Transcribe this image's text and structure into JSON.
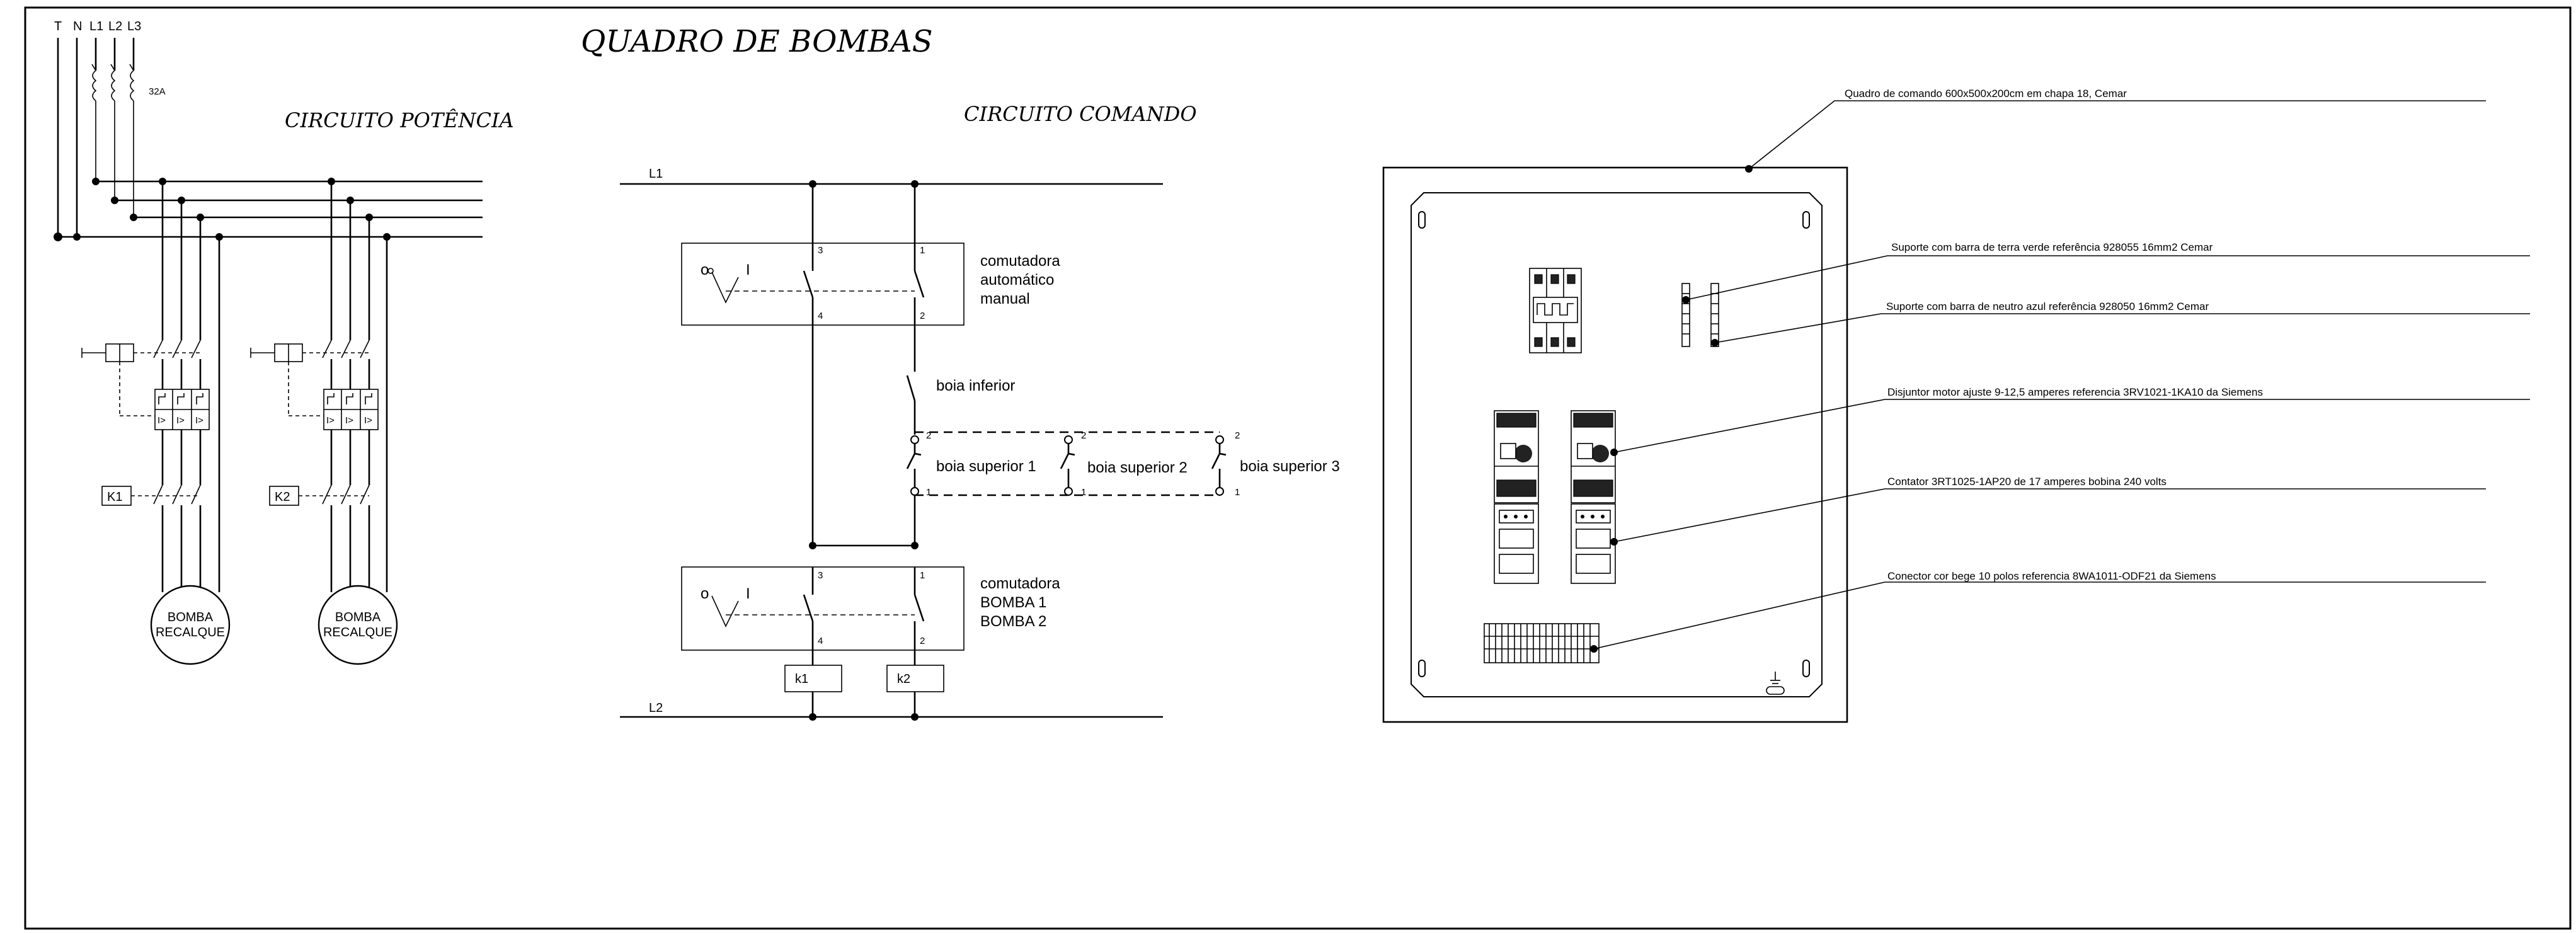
{
  "title": "QUADRO  DE  BOMBAS",
  "power_circuit": {
    "heading": "CIRCUITO  POTÊNCIA",
    "phases": [
      "T",
      "N",
      "L1",
      "L2",
      "L3"
    ],
    "fuse_rating": "32A",
    "contactors": [
      "K1",
      "K2"
    ],
    "overload_marks": [
      "I>",
      "I>",
      "I>"
    ],
    "motors": [
      {
        "line1": "BOMBA",
        "line2": "RECALQUE"
      },
      {
        "line1": "BOMBA",
        "line2": "RECALQUE"
      }
    ]
  },
  "control_circuit": {
    "heading": "CIRCUITO  COMANDO",
    "line_top": "L1",
    "line_bottom": "L2",
    "selector1": {
      "lines": [
        "comutadora",
        "automático",
        "manual"
      ],
      "pos_off": "o",
      "pos_on": "I",
      "contacts": [
        "3",
        "1",
        "4",
        "2"
      ]
    },
    "selector2": {
      "lines": [
        "comutadora",
        "BOMBA 1",
        "BOMBA 2"
      ],
      "pos_off": "o",
      "pos_on": "I",
      "contacts": [
        "3",
        "1",
        "4",
        "2"
      ]
    },
    "float_lower": "boia inferior",
    "floats_upper": [
      {
        "label": "boia superior 1",
        "t2": "2",
        "t1": "1"
      },
      {
        "label": "boia superior 2",
        "t2": "2",
        "t1": "1"
      },
      {
        "label": "boia superior 3",
        "t2": "2",
        "t1": "1"
      }
    ],
    "coils": [
      "k1",
      "k2"
    ]
  },
  "panel_layout": {
    "notes": [
      "Quadro de comando 600x500x200cm em chapa 18, Cemar",
      "Suporte com barra de terra verde referência 928055 16mm2 Cemar",
      "Suporte com barra de neutro azul referência 928050 16mm2 Cemar",
      "Disjuntor motor ajuste 9-12,5 amperes referencia 3RV1021-1KA10 da Siemens",
      "Contator 3RT1025-1AP20 de 17 amperes bobina 240 volts",
      "Conector cor bege 10 polos referencia 8WA1011-ODF21 da Siemens"
    ]
  },
  "colors": {
    "ink": "#000000",
    "background": "#ffffff"
  }
}
